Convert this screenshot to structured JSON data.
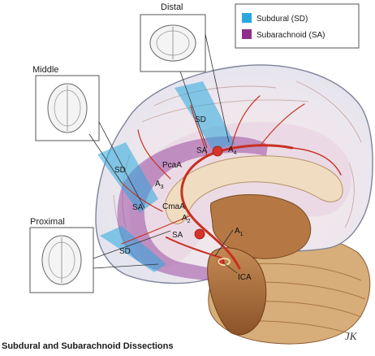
{
  "caption": "Subdural and Subarachnoid Dissections",
  "signature": "JK",
  "legend": {
    "items": [
      {
        "label": "Subdural (SD)",
        "color": "#29a9df"
      },
      {
        "label": "Subarachnoid (SA)",
        "color": "#8e2f8c"
      }
    ]
  },
  "insets": {
    "distal": "Distal",
    "middle": "Middle",
    "proximal": "Proximal"
  },
  "regions": {
    "sd_distal": "SD",
    "sa_distal": "SA",
    "sd_middle": "SD",
    "sa_middle": "SA",
    "sd_proximal": "SD",
    "sa_proximal": "SA"
  },
  "vessels": {
    "pcaa": "PcaA",
    "cmaa": "CmaA",
    "a_letter": "A",
    "a4_sub": "4",
    "a3_sub": "3",
    "a2_sub": "2",
    "a1_sub": "1",
    "ica": "ICA"
  },
  "colors": {
    "subdural": "#29a9df",
    "subarachnoid": "#8e2f8c",
    "brain_outline": "#8a8fa8",
    "artery": "#c8301f",
    "corpus": "#e8d3b4",
    "brainstem": "#a8683a"
  }
}
